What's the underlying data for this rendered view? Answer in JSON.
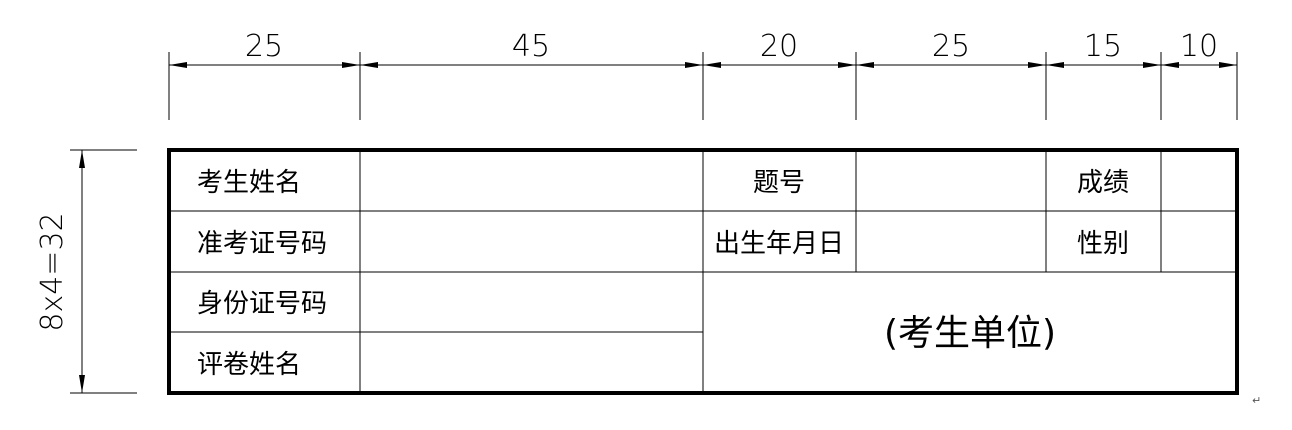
{
  "dimensions": {
    "column_widths": [
      "25",
      "45",
      "20",
      "25",
      "15",
      "10"
    ],
    "height_label": "8x4=32"
  },
  "table": {
    "row1": {
      "label_a": "考生姓名",
      "label_b": "题号",
      "label_c": "成绩"
    },
    "row2": {
      "label_a": "准考证号码",
      "label_b": "出生年月日",
      "label_c": "性别"
    },
    "row3": {
      "label_a": "身份证号码"
    },
    "row4": {
      "label_a": "评卷姓名"
    },
    "unit_label": "(考生单位)"
  },
  "return_mark": "↵"
}
